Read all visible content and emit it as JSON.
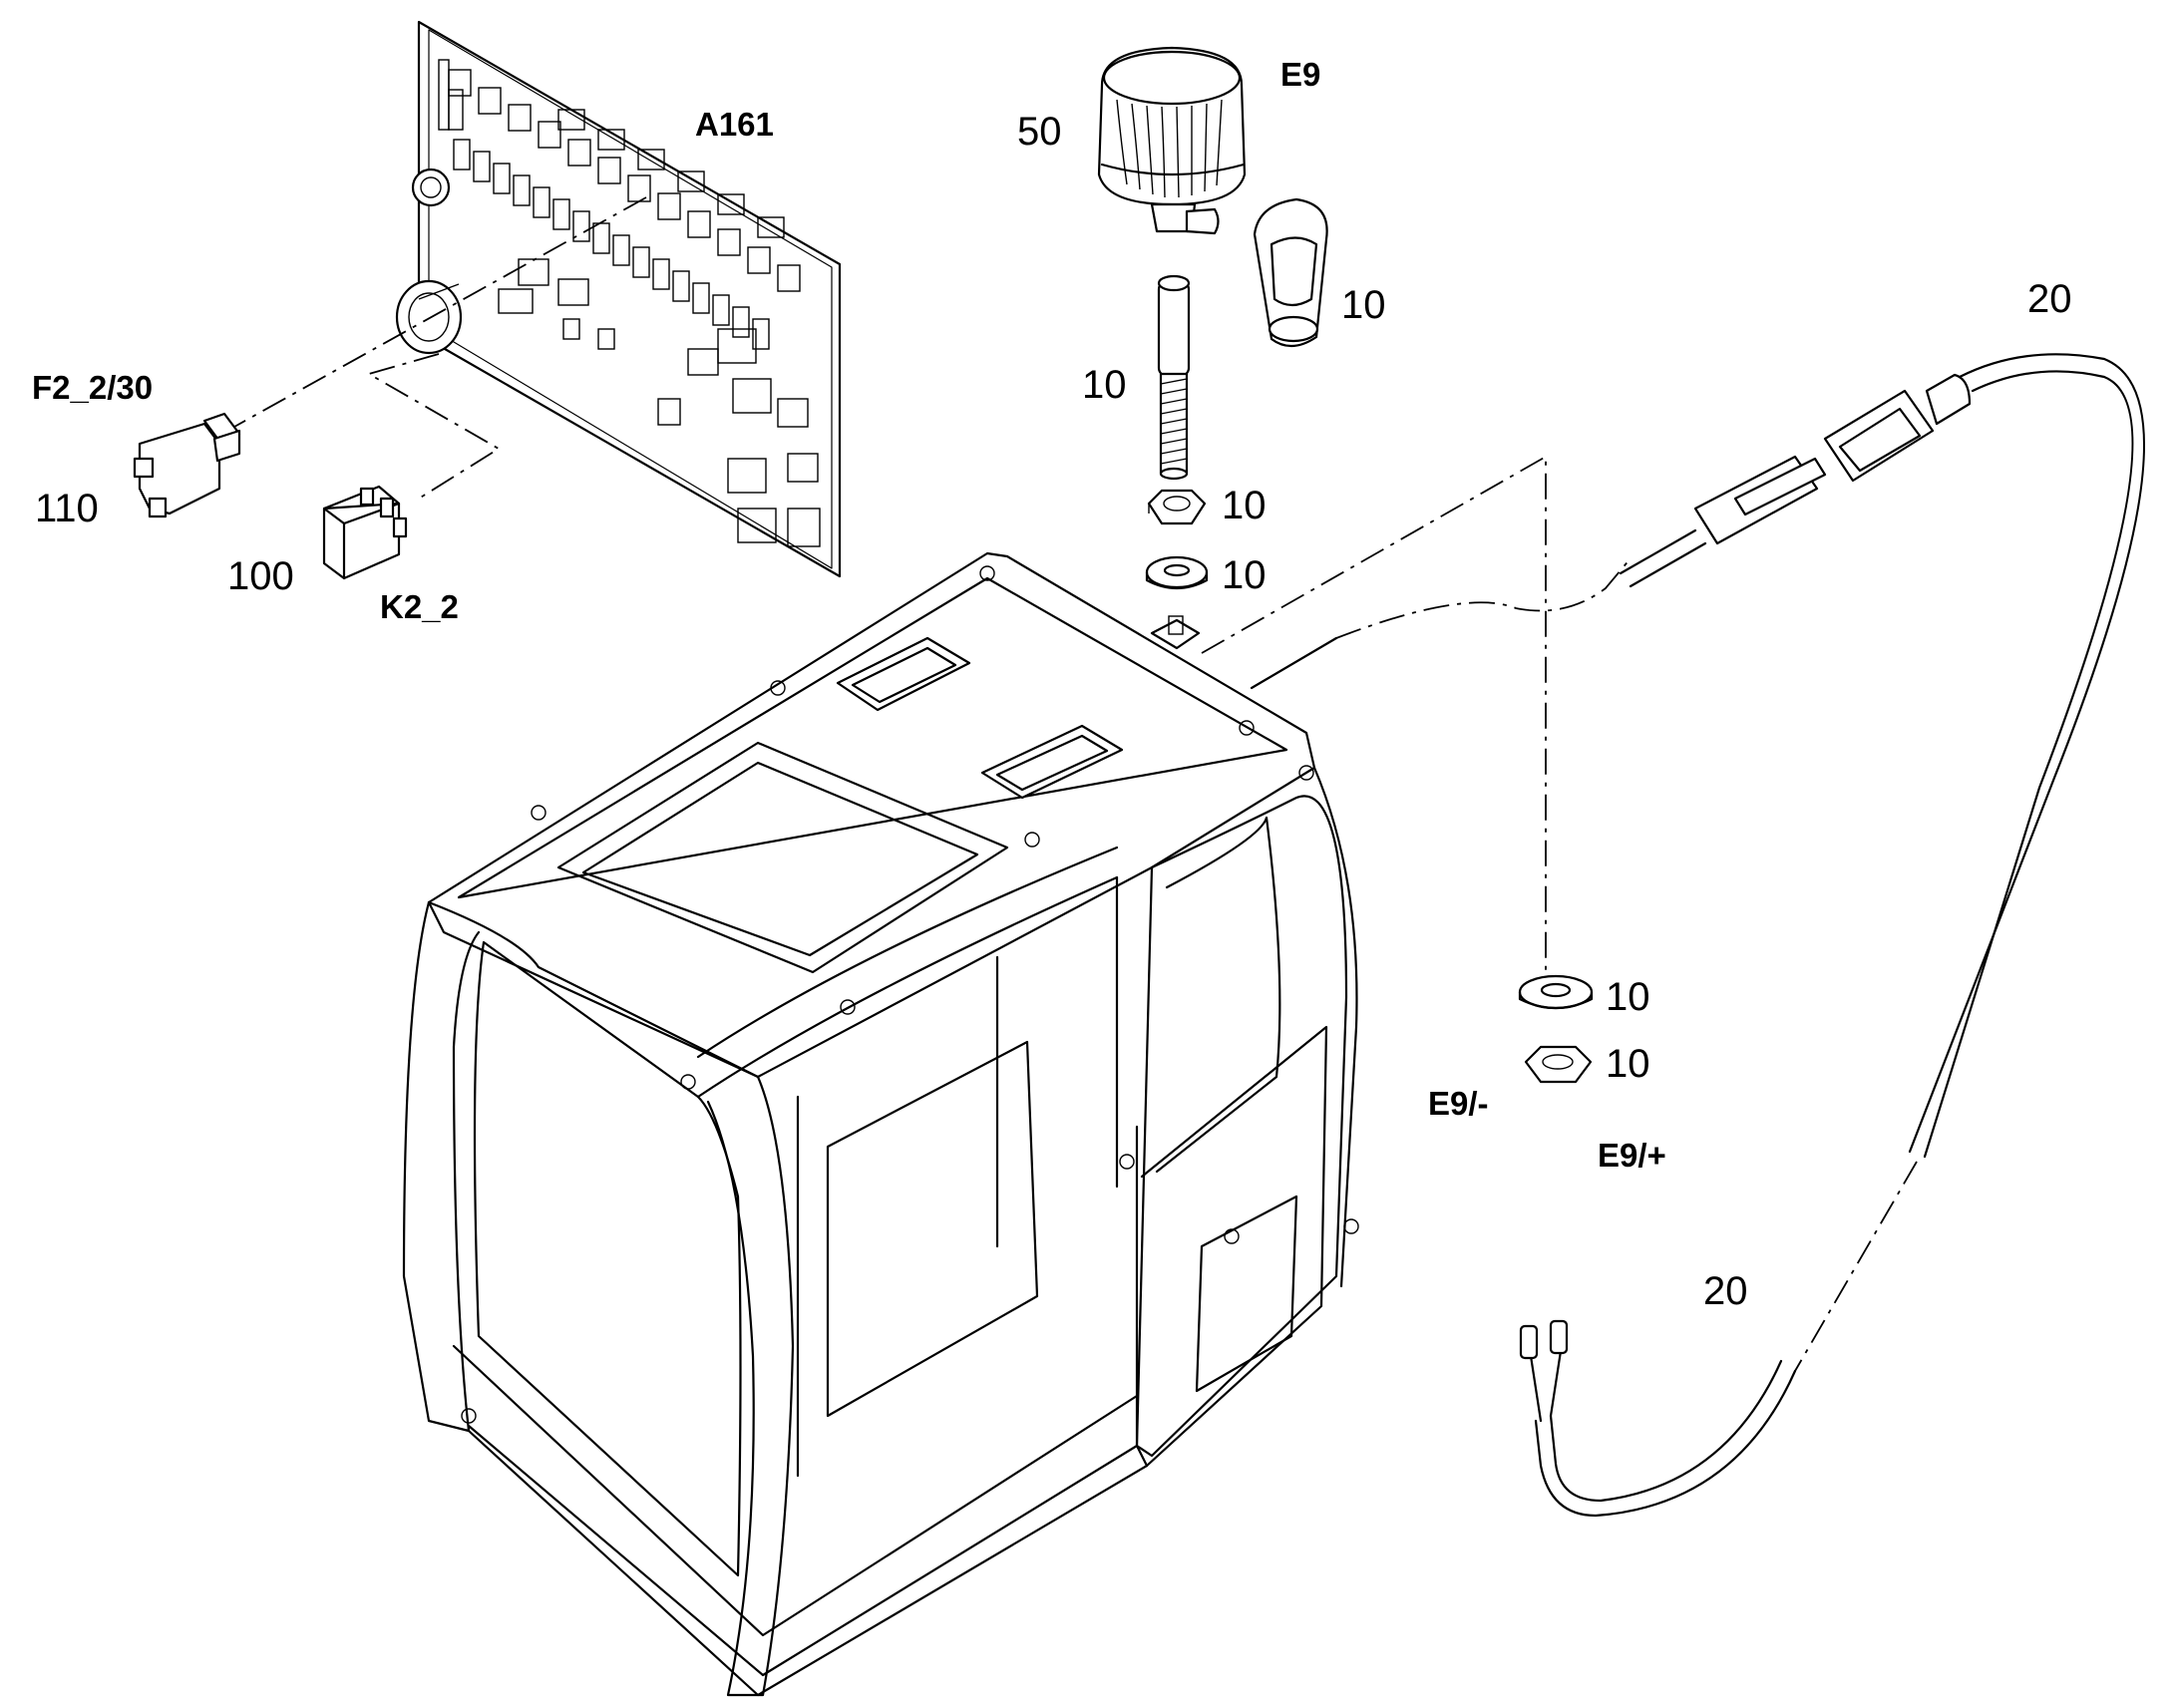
{
  "labels": {
    "a161": "A161",
    "e9": "E9",
    "p50": "50",
    "p10_beacon_cap": "10",
    "p10_stem": "10",
    "p10_nut_top": "10",
    "p10_washer_top": "10",
    "p20_top": "20",
    "f2_2_30": "F2_2/30",
    "p110": "110",
    "p100": "100",
    "k2_2": "K2_2",
    "p10_washer_bottom": "10",
    "p10_nut_bottom": "10",
    "e9_minus": "E9/-",
    "e9_plus": "E9/+",
    "p20_bottom": "20"
  }
}
